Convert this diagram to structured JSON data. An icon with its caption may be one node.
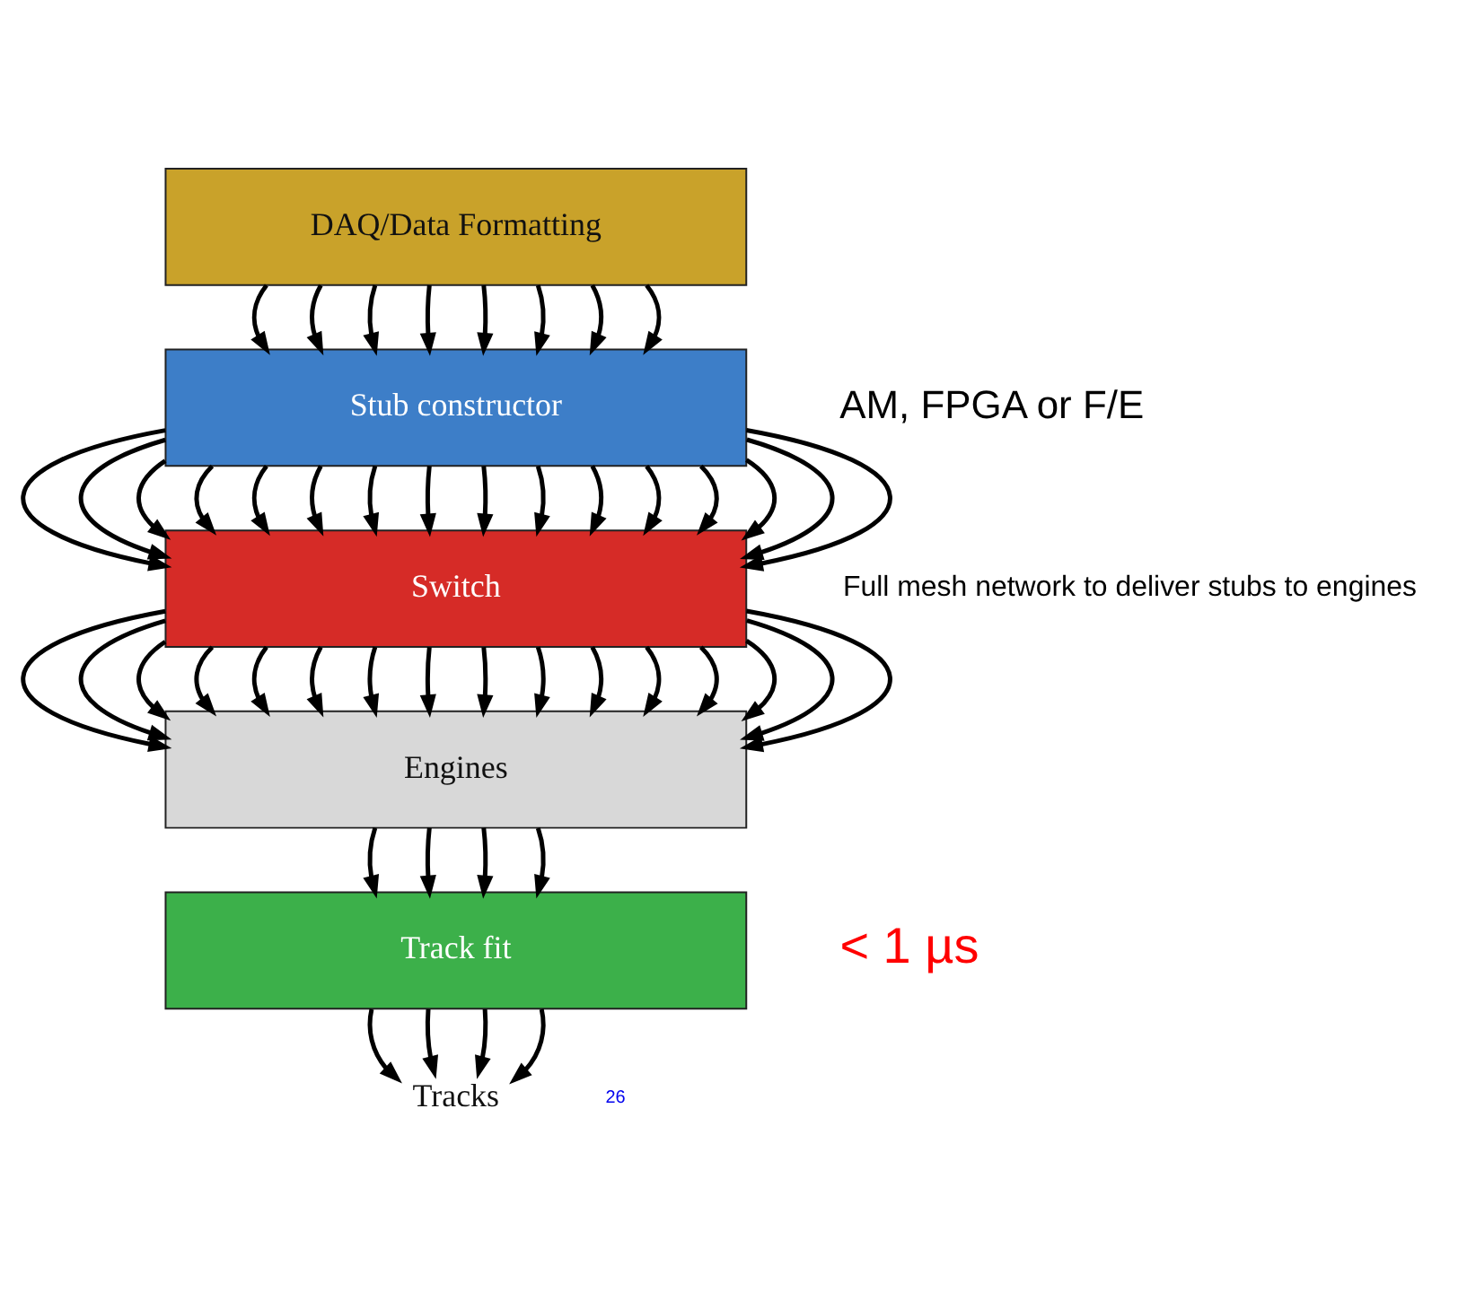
{
  "diagram": {
    "nodes": [
      {
        "text": [
          "DAQ/Data Formatting"
        ]
      },
      {
        "text": [
          "Stub constructor"
        ]
      },
      {
        "text": [
          "Switch"
        ]
      },
      {
        "text": [
          "Engines"
        ]
      },
      {
        "text": [
          "Track fit"
        ]
      },
      {
        "text": [
          "Tracks"
        ]
      }
    ],
    "edges": [
      {
        "from": 0,
        "to": 1,
        "arrow": "to"
      },
      {
        "from": 0,
        "to": 1,
        "arrow": "to"
      },
      {
        "from": 0,
        "to": 1,
        "arrow": "to"
      },
      {
        "from": 0,
        "to": 1,
        "arrow": "to"
      },
      {
        "from": 0,
        "to": 1,
        "arrow": "to"
      },
      {
        "from": 0,
        "to": 1,
        "arrow": "to"
      },
      {
        "from": 0,
        "to": 1,
        "arrow": "to"
      },
      {
        "from": 0,
        "to": 1,
        "arrow": "to"
      },
      {
        "from": 1,
        "to": 2,
        "arrow": "to"
      },
      {
        "from": 1,
        "to": 2,
        "arrow": "to"
      },
      {
        "from": 1,
        "to": 2,
        "arrow": "to"
      },
      {
        "from": 1,
        "to": 2,
        "arrow": "to"
      },
      {
        "from": 1,
        "to": 2,
        "arrow": "to"
      },
      {
        "from": 1,
        "to": 2,
        "arrow": "to"
      },
      {
        "from": 1,
        "to": 2,
        "arrow": "to"
      },
      {
        "from": 1,
        "to": 2,
        "arrow": "to"
      },
      {
        "from": 1,
        "to": 2,
        "arrow": "to"
      },
      {
        "from": 1,
        "to": 2,
        "arrow": "to"
      },
      {
        "from": 1,
        "to": 2,
        "arrow": "to"
      },
      {
        "from": 1,
        "to": 2,
        "arrow": "to"
      },
      {
        "from": 1,
        "to": 2,
        "arrow": "to"
      },
      {
        "from": 1,
        "to": 2,
        "arrow": "to"
      },
      {
        "from": 1,
        "to": 2,
        "arrow": "to"
      },
      {
        "from": 1,
        "to": 2,
        "arrow": "to"
      },
      {
        "from": 2,
        "to": 3,
        "arrow": "to"
      },
      {
        "from": 2,
        "to": 3,
        "arrow": "to"
      },
      {
        "from": 2,
        "to": 3,
        "arrow": "to"
      },
      {
        "from": 2,
        "to": 3,
        "arrow": "to"
      },
      {
        "from": 2,
        "to": 3,
        "arrow": "to"
      },
      {
        "from": 2,
        "to": 3,
        "arrow": "to"
      },
      {
        "from": 2,
        "to": 3,
        "arrow": "to"
      },
      {
        "from": 2,
        "to": 3,
        "arrow": "to"
      },
      {
        "from": 2,
        "to": 3,
        "arrow": "to"
      },
      {
        "from": 2,
        "to": 3,
        "arrow": "to"
      },
      {
        "from": 2,
        "to": 3,
        "arrow": "to"
      },
      {
        "from": 2,
        "to": 3,
        "arrow": "to"
      },
      {
        "from": 2,
        "to": 3,
        "arrow": "to"
      },
      {
        "from": 2,
        "to": 3,
        "arrow": "to"
      },
      {
        "from": 2,
        "to": 3,
        "arrow": "to"
      },
      {
        "from": 2,
        "to": 3,
        "arrow": "to"
      },
      {
        "from": 3,
        "to": 4,
        "arrow": "to"
      },
      {
        "from": 3,
        "to": 4,
        "arrow": "to"
      },
      {
        "from": 3,
        "to": 4,
        "arrow": "to"
      },
      {
        "from": 3,
        "to": 4,
        "arrow": "to"
      },
      {
        "from": 4,
        "to": 5,
        "arrow": "to"
      },
      {
        "from": 4,
        "to": 5,
        "arrow": "to"
      },
      {
        "from": 4,
        "to": 5,
        "arrow": "to"
      },
      {
        "from": 4,
        "to": 5,
        "arrow": "to"
      }
    ],
    "labels": [
      "AM, FPGA or F/E",
      "Full mesh network to deliver stubs to engines",
      "< 1 µs",
      "26"
    ]
  }
}
